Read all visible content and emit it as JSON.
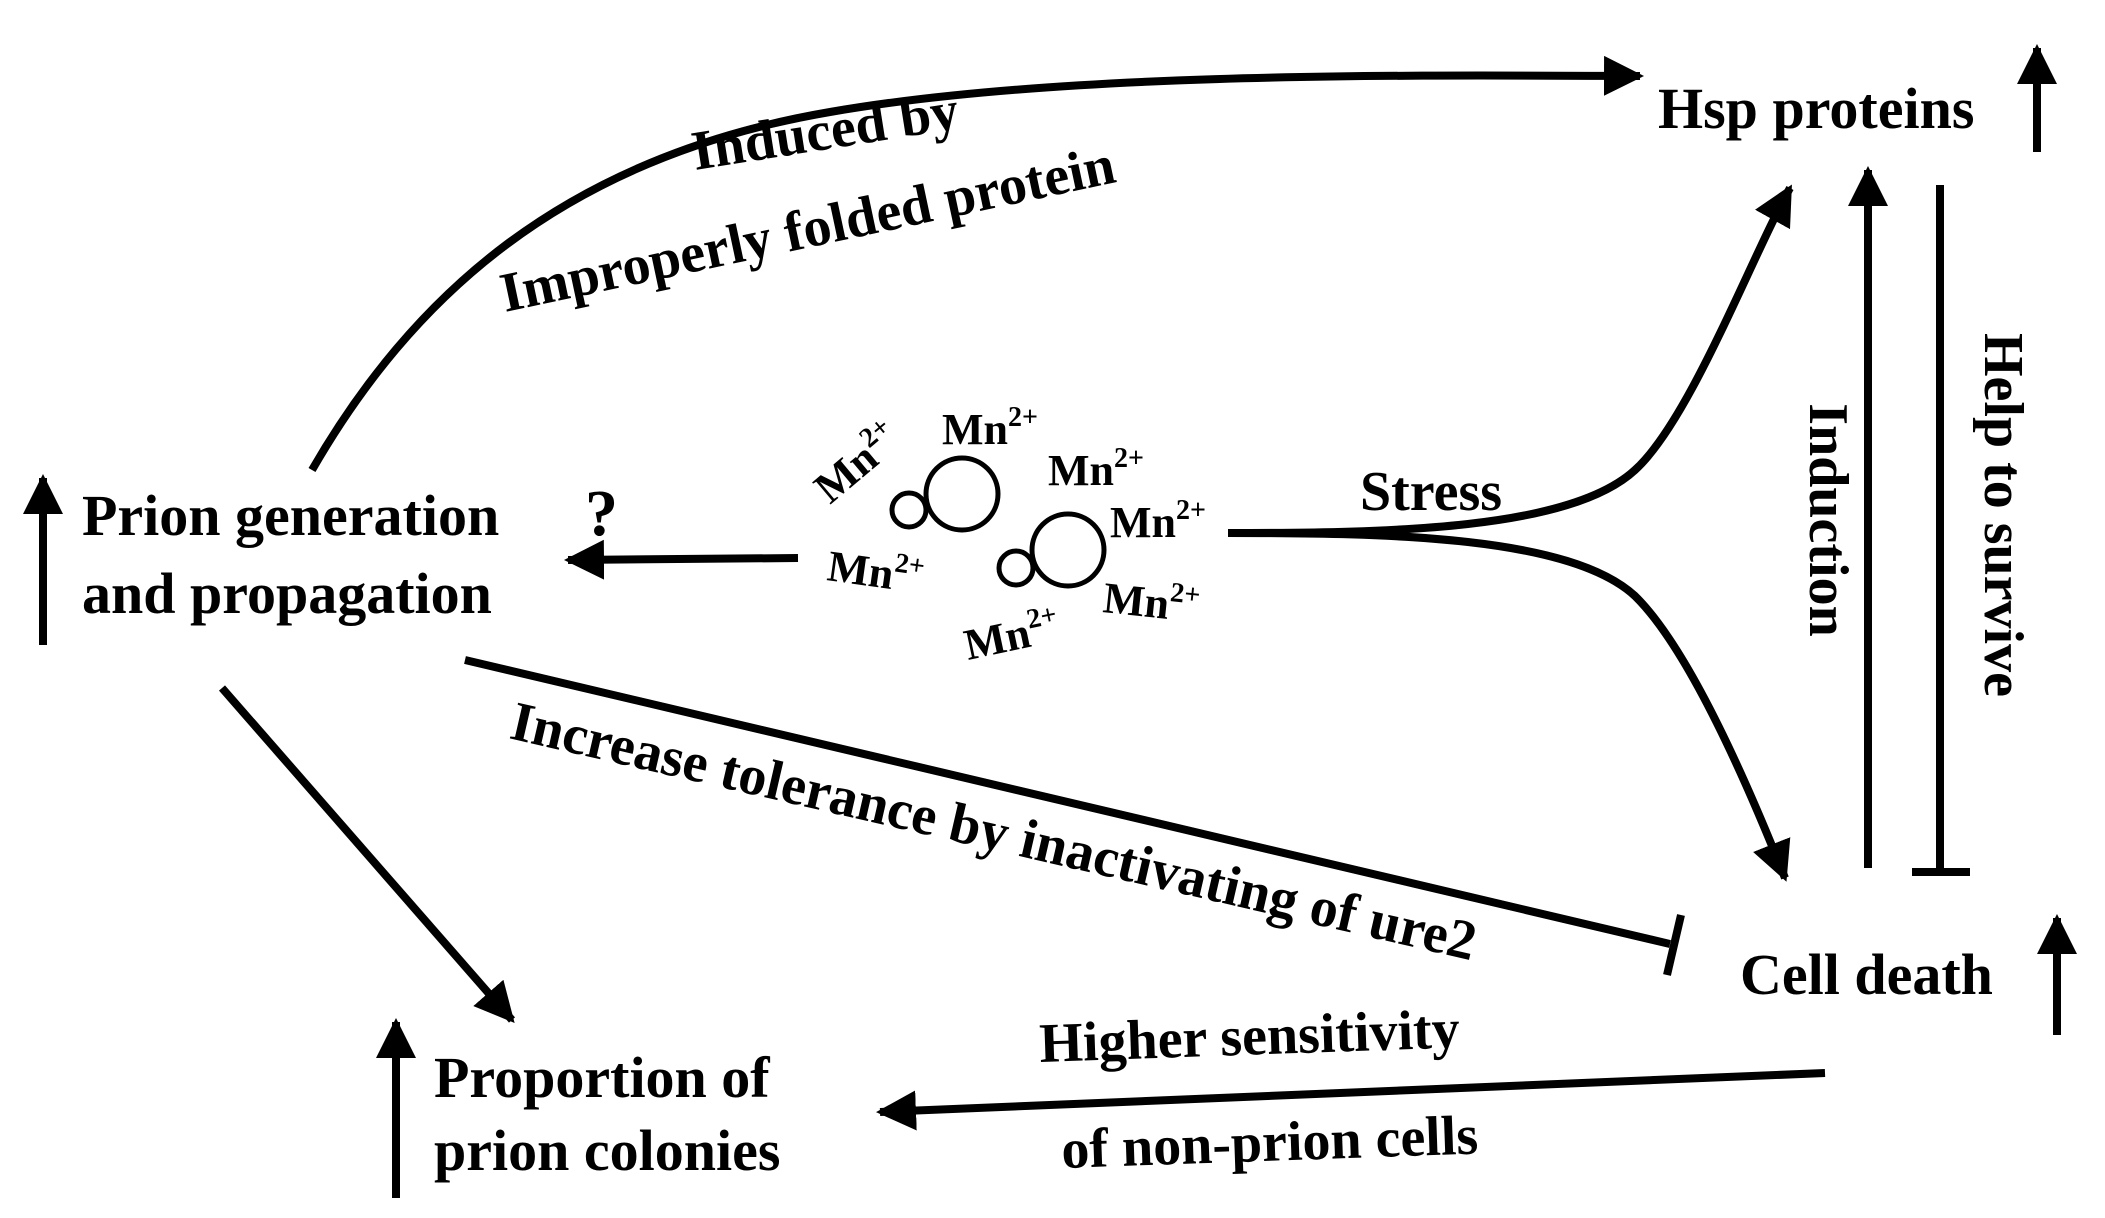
{
  "nodes": {
    "hsp": "Hsp proteins",
    "prion_line1": "Prion generation",
    "prion_line2": "and propagation",
    "cell_death": "Cell death",
    "colonies_line1": "Proportion of",
    "colonies_line2": "prion colonies"
  },
  "edges": {
    "induced_line1": "Induced by",
    "induced_line2": "Improperly folded protein",
    "stress": "Stress",
    "induction": "Induction",
    "help_survive": "Help to survive",
    "tolerance": "Increase tolerance by inactivating of ure2",
    "sensitivity_line1": "Higher sensitivity",
    "sensitivity_line2": "of non-prion cells",
    "unknown": "?"
  },
  "ions": {
    "label": "Mn",
    "charge": "2+"
  }
}
